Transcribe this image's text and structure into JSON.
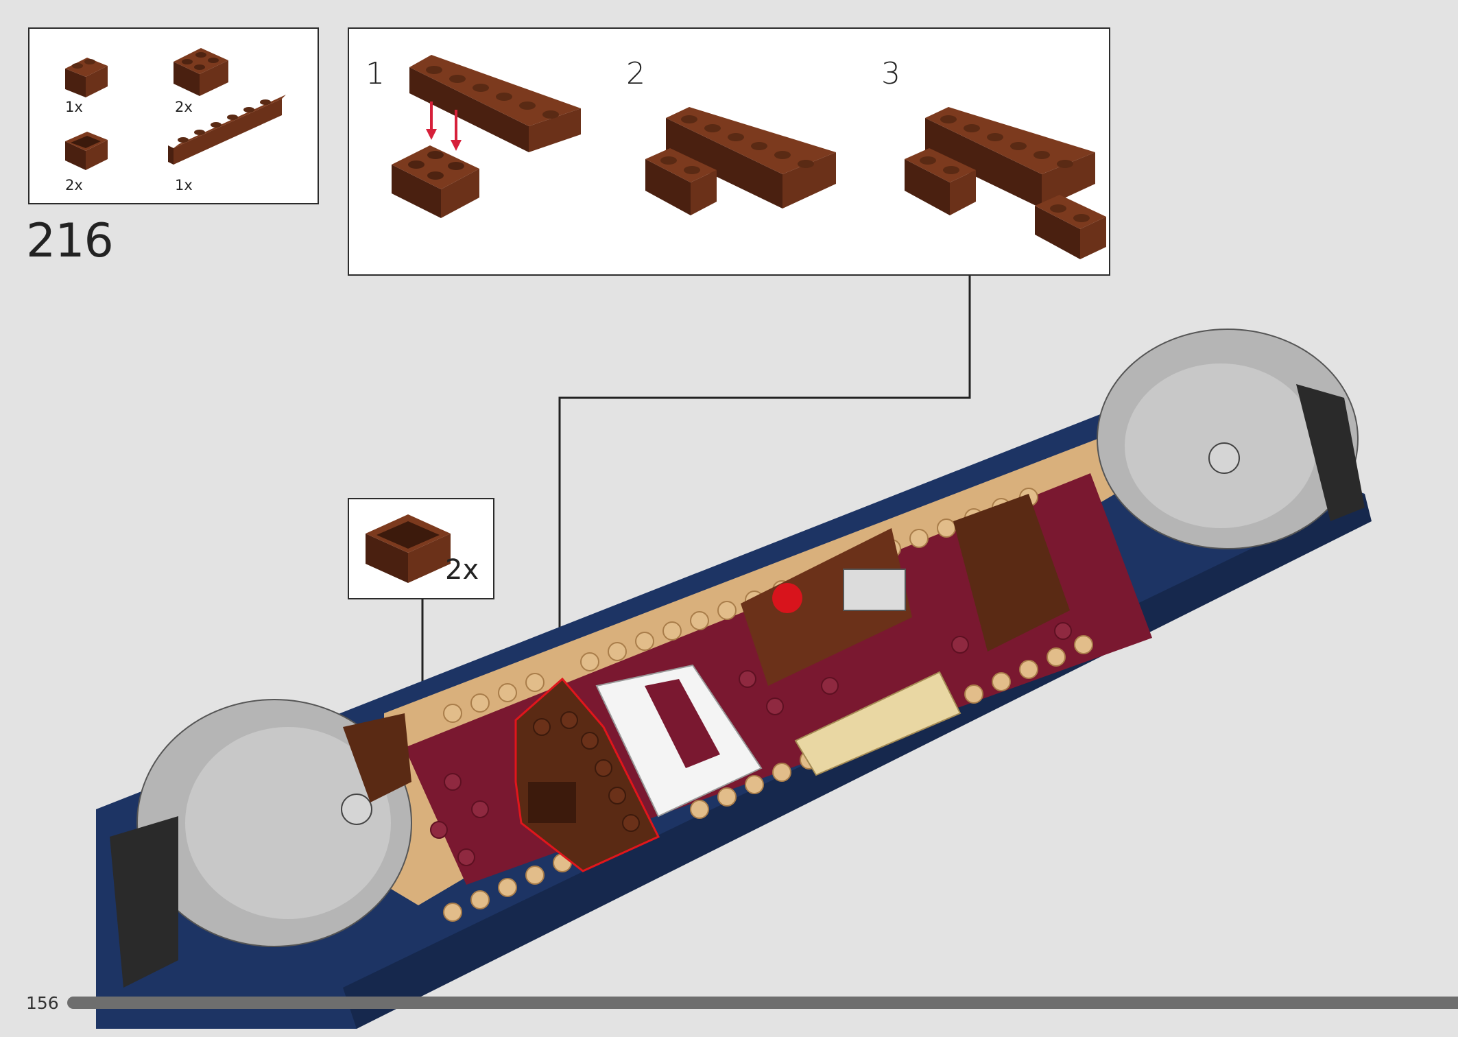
{
  "step": {
    "number": "216"
  },
  "page": {
    "number": "156"
  },
  "parts_list": {
    "items": [
      {
        "name": "brick-1x2",
        "qty": "1x",
        "color": "#5a2a14"
      },
      {
        "name": "brick-2x2",
        "qty": "2x",
        "color": "#5a2a14"
      },
      {
        "name": "brick-1x2-bucket",
        "qty": "2x",
        "color": "#5a2a14"
      },
      {
        "name": "brick-1x6",
        "qty": "1x",
        "color": "#5a2a14"
      }
    ]
  },
  "sub_assembly": {
    "steps": [
      {
        "label": "1"
      },
      {
        "label": "2"
      },
      {
        "label": "3"
      }
    ]
  },
  "callout": {
    "qty": "2x"
  },
  "colors": {
    "reddish_brown": "#5a2a14",
    "dark_blue": "#1d3464",
    "dark_red": "#7a1830",
    "tan": "#d9b07c",
    "light_grey": "#b5b5b5",
    "highlight_red": "#e0161c",
    "arrow_red": "#d6203a"
  }
}
